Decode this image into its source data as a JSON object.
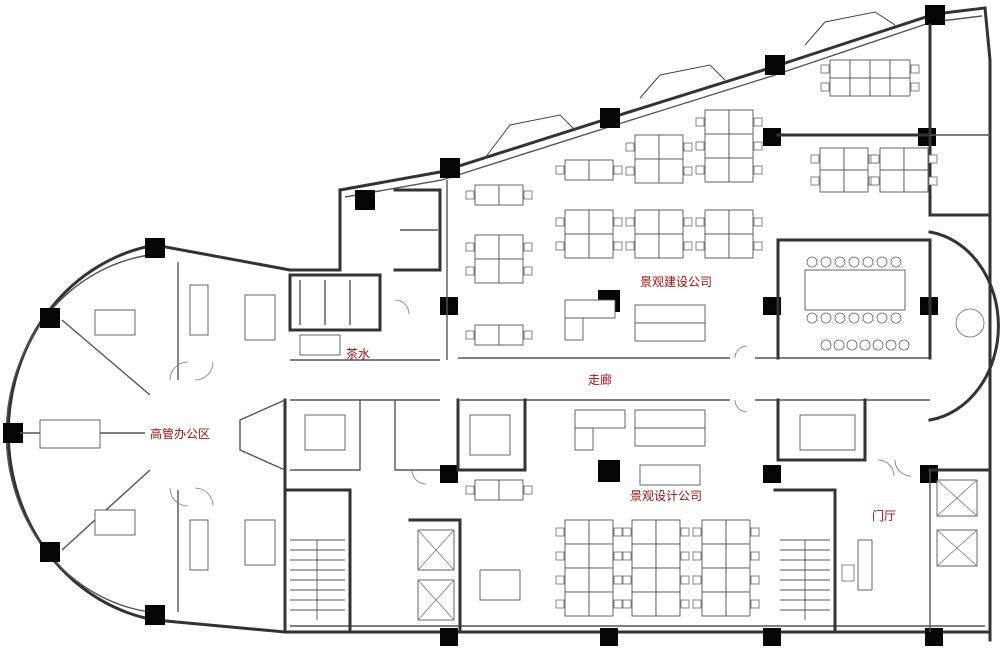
{
  "labels": {
    "executive_area": "高管办公区",
    "tea_room": "茶水",
    "corridor": "走廊",
    "landscape_construction_company": "景观建设公司",
    "landscape_design_company": "景观设计公司",
    "lobby": "门厅"
  },
  "colors": {
    "label": "#a01010",
    "wall": "#333333",
    "column": "#050505",
    "background": "#ffffff"
  }
}
